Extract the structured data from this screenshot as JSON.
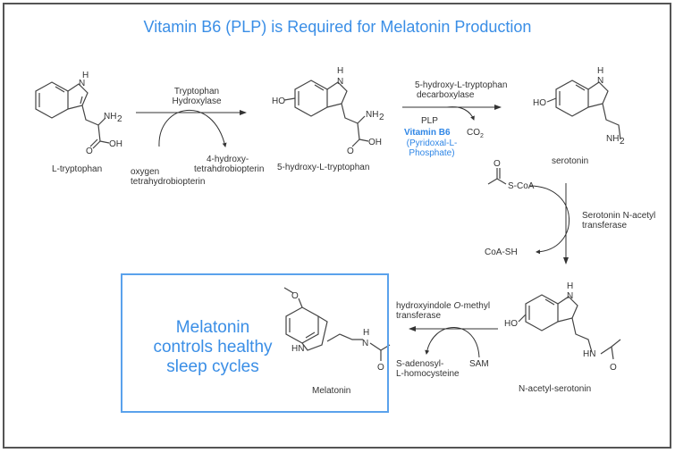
{
  "title": "Vitamin B6 (PLP) is Required for Melatonin Production",
  "compounds": {
    "l_tryptophan": {
      "name": "L-tryptophan",
      "atoms": [
        "H",
        "N",
        "NH2",
        "OH",
        "O"
      ]
    },
    "five_htp": {
      "name": "5-hydroxy-L-tryptophan",
      "atoms": [
        "H",
        "N",
        "HO",
        "NH2",
        "OH",
        "O"
      ]
    },
    "serotonin": {
      "name": "serotonin",
      "atoms": [
        "H",
        "N",
        "HO",
        "NH2"
      ]
    },
    "acetyl_coa": {
      "atoms": [
        "O",
        "S-CoA"
      ]
    },
    "n_acetyl_serotonin": {
      "name": "N-acetyl-serotonin",
      "atoms": [
        "H",
        "N",
        "HO",
        "HN",
        "O"
      ]
    },
    "melatonin": {
      "name": "Melatonin",
      "atoms": [
        "O",
        "HN",
        "H",
        "N",
        "O"
      ]
    }
  },
  "steps": {
    "step1": {
      "enzyme_line1": "Tryptophan",
      "enzyme_line2": "Hydroxylase",
      "cofactor_in_line1": "oxygen",
      "cofactor_in_line2": "tetrahydrobiopterin",
      "cofactor_out_line1": "4-hydroxy-",
      "cofactor_out_line2": "tetrahdrobiopterin"
    },
    "step2": {
      "enzyme_line1": "5-hydroxy-L-tryptophan",
      "enzyme_line2": "decarboxylase",
      "cofactor": "PLP",
      "vitamin": "Vitamin B6",
      "vitamin_desc_line1": "(Pyridoxal-L-",
      "vitamin_desc_line2": "Phosphate)",
      "byproduct": "CO",
      "byproduct_sub": "2"
    },
    "step3": {
      "enzyme_line1": "Serotonin N-acetyl",
      "enzyme_line2": "transferase",
      "byproduct": "CoA-SH"
    },
    "step4": {
      "enzyme_line1_a": "hydroxyindole ",
      "enzyme_line1_italic": "O",
      "enzyme_line1_b": "-methyl",
      "enzyme_line2": "transferase",
      "cofactor_in": "SAM",
      "cofactor_out_line1": "S-adenosyl-",
      "cofactor_out_line2": "L-homocysteine"
    }
  },
  "callout": {
    "line1": "Melatonin",
    "line2": "controls healthy",
    "line3": "sleep cycles"
  },
  "colors": {
    "accent_blue": "#3a8ee6",
    "frame": "#555555",
    "ink": "#333333"
  }
}
